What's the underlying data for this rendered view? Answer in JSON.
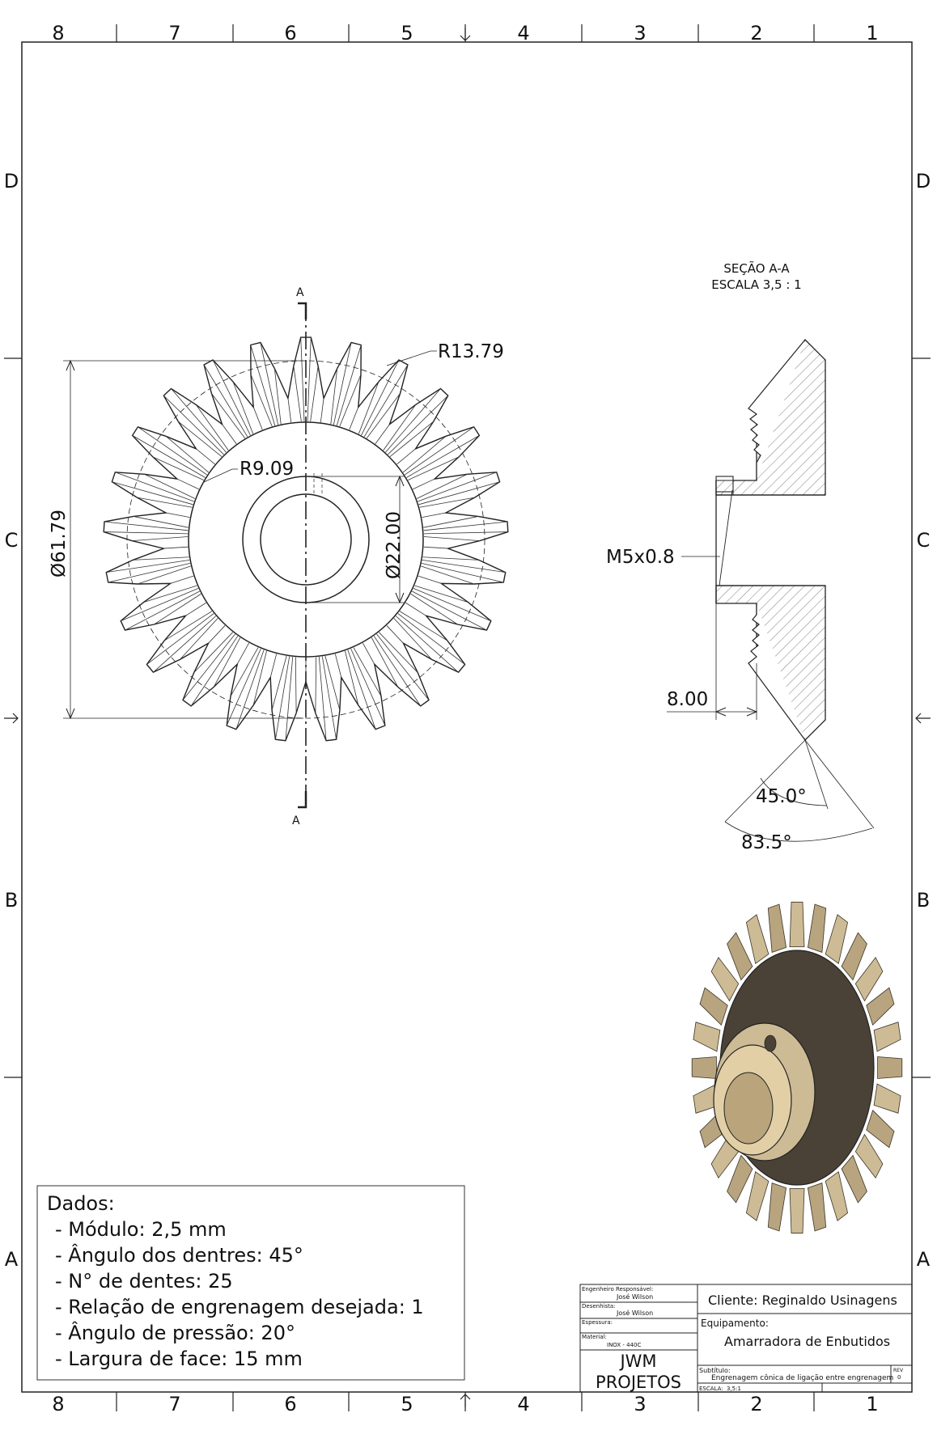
{
  "frame": {
    "columns_top": [
      "8",
      "7",
      "6",
      "5",
      "4",
      "3",
      "2",
      "1"
    ],
    "columns_bottom": [
      "8",
      "7",
      "6",
      "5",
      "4",
      "3",
      "2",
      "1"
    ],
    "rows_left": [
      "D",
      "C",
      "B",
      "A"
    ],
    "rows_right": [
      "D",
      "C",
      "B",
      "A"
    ]
  },
  "front_view": {
    "section_mark_top": "A",
    "section_mark_bottom": "A",
    "dim_outer_diameter": "Ø61.79",
    "dim_outer_radius": "R13.79",
    "dim_inner_radius": "R9.09",
    "dim_bore": "Ø22.00",
    "teeth": 25
  },
  "section_view": {
    "title": "SEÇÃO A-A",
    "scale": "ESCALA 3,5 : 1",
    "thread_label": "M5x0.8",
    "dim_hub": "8.00",
    "angle_1": "45.0°",
    "angle_2": "83.5°"
  },
  "iso_view": {
    "colors": {
      "gear": "#cdbb95",
      "dark": "#4a4236",
      "bore": "#e2cfa6"
    }
  },
  "notes": {
    "heading": "Dados:",
    "lines": [
      "- Módulo: 2,5 mm",
      "- Ângulo dos dentres: 45°",
      "- N° de dentes: 25",
      "- Relação de engrenagem desejada: 1",
      "- Ângulo de pressão: 20°",
      "- Largura de face: 15 mm"
    ]
  },
  "title_block": {
    "eng_label": "Engenheiro Responsável:",
    "eng_value": "José Wilson",
    "des_label": "Desenhista:",
    "des_value": "José Wilson",
    "esp_label": "Espessura:",
    "mat_label": "Material:",
    "mat_value": "INOX - 440C",
    "company_1": "JWM",
    "company_2": "PROJETOS",
    "client": "Cliente: Reginaldo Usinagens",
    "equip_label": "Equipamento:",
    "equip_value": "Amarradora de Enbutidos",
    "subtitle_label": "Subtítulo:",
    "subtitle_value": "Engrenagem cônica de ligação entre engrenagem",
    "rev_label": "REV",
    "rev_value": "0",
    "scale_label": "ESCALA:",
    "scale_value": "3,5:1"
  }
}
